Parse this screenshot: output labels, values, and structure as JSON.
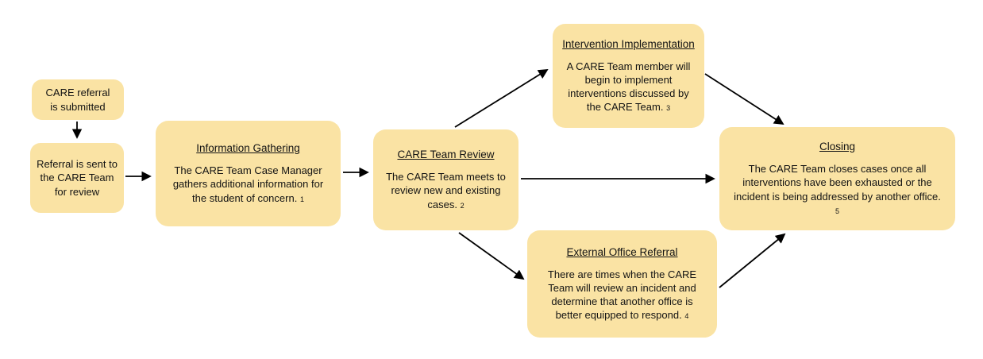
{
  "diagram": {
    "title": "CARE referral process flowchart",
    "colors": {
      "node_fill": "#FAE3A4",
      "arrow": "#000000",
      "text": "#131313",
      "background": "#ffffff"
    },
    "nodes": {
      "start": {
        "text": "CARE referral\nis submitted"
      },
      "sent": {
        "text": "Referral is sent to\nthe CARE Team\nfor review"
      },
      "info": {
        "title": "Information Gathering",
        "body": "The CARE Team Case Manager gathers additional information for the student of concern.",
        "num": "1"
      },
      "review": {
        "title": "CARE Team Review",
        "body": "The CARE Team meets to review new and existing cases.",
        "num": "2"
      },
      "intervention": {
        "title": "Intervention Implementation",
        "body": "A CARE Team member will begin to implement interventions discussed by the CARE Team.",
        "num": "3"
      },
      "external": {
        "title": "External Office Referral",
        "body": "There are times when the CARE Team will review an incident and determine that another office is better equipped to respond.",
        "num": "4"
      },
      "closing": {
        "title": "Closing",
        "body": "The CARE Team closes cases once all interventions have been exhausted or the incident is being addressed by another office.",
        "num": "5"
      }
    },
    "edges": [
      {
        "from": "start",
        "to": "sent"
      },
      {
        "from": "sent",
        "to": "info"
      },
      {
        "from": "info",
        "to": "review"
      },
      {
        "from": "review",
        "to": "intervention"
      },
      {
        "from": "review",
        "to": "closing"
      },
      {
        "from": "review",
        "to": "external"
      },
      {
        "from": "intervention",
        "to": "closing"
      },
      {
        "from": "external",
        "to": "closing"
      }
    ]
  }
}
